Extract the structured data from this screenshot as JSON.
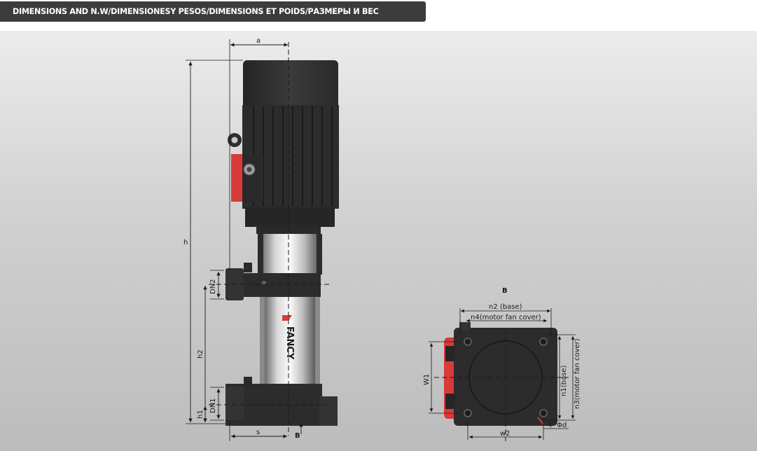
{
  "header": {
    "title": "DIMENSIONS AND N.W/DIMENSIONESY PESOS/DIMENSIONS ET POIDS/РАЗМЕРЫ И ВЕС"
  },
  "brand": {
    "logo_text": "FANCY"
  },
  "side_view": {
    "labels": {
      "a": "a",
      "h": "h",
      "h2": "h2",
      "h1": "h1",
      "dn2": "DN2",
      "dn1": "DN1",
      "s": "s",
      "b": "B"
    }
  },
  "bottom_view": {
    "title": "B",
    "labels": {
      "n2": "n2 (base)",
      "n4": "n4(motor fan cover)",
      "w1": "W1",
      "n1": "n1(base)",
      "n3": "n3(motor fan cover)",
      "w2": "w2",
      "holes": "4- Φd"
    }
  },
  "colors": {
    "header_bg": "#3c3c3c",
    "body_dark": "#2e2e2e",
    "accent_red": "#d93a3a",
    "steel": "#c8c8c8"
  }
}
